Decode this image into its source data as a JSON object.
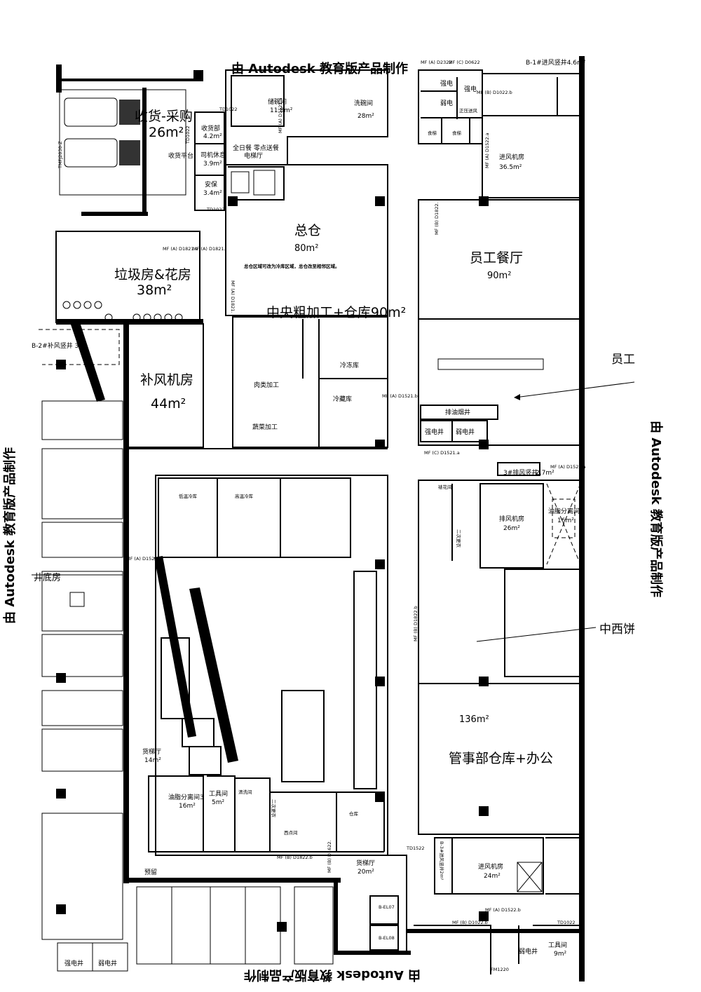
{
  "watermark": "由 Autodesk 教育版产品制作",
  "rooms": {
    "receiving": {
      "name": "收货-采购",
      "area": "26m²"
    },
    "receiving_dept": {
      "name": "收货部",
      "area": "4.2m²"
    },
    "receiving_platform": {
      "name": "收货平台"
    },
    "driver_rest": {
      "name": "司机休息",
      "area": "3.9m²"
    },
    "security": {
      "name": "安保",
      "area": "3.4m²"
    },
    "dish_storage": {
      "name": "储碗间",
      "area": "11.8m²"
    },
    "dishwashing": {
      "name": "洗碗间",
      "area": "28m²"
    },
    "elevator_lobby": {
      "name": "全日餐 零点送餐",
      "name2": "电梯厅"
    },
    "main_store": {
      "name": "总仓",
      "area": "80m²",
      "note": "总仓区域可改为冷库区域，总仓改至相邻区域。"
    },
    "garbage": {
      "name": "垃圾房&花房",
      "area": "38m²"
    },
    "central_prep": {
      "name": "中央粗加工+仓库90m²"
    },
    "freezer": {
      "name": "冷冻库"
    },
    "chiller": {
      "name": "冷藏库"
    },
    "meat_prep": {
      "name": "肉类加工"
    },
    "veg_prep": {
      "name": "蔬菜加工"
    },
    "makeup_air": {
      "name": "补风机房",
      "area": "44m²"
    },
    "makeup_shaft": {
      "name": "B-2#补风竖井 3."
    },
    "staff_canteen": {
      "name": "员工餐厅",
      "area": "90m²"
    },
    "fresh_air_1": {
      "name": "进风机房",
      "area": "36.5m²"
    },
    "fresh_air_shaft_1": {
      "name": "B-1#进风竖井4.6m²"
    },
    "strong_elec": {
      "name": "强电"
    },
    "weak_elec": {
      "name": "弱电"
    },
    "pressure_shaft": {
      "name": "正压送风"
    },
    "food_lift_1": {
      "name": "食梯"
    },
    "food_lift_2": {
      "name": "食梯"
    },
    "fume_shaft": {
      "name": "排油烟井"
    },
    "strong_shaft": {
      "name": "强电井"
    },
    "weak_shaft": {
      "name": "弱电井"
    },
    "exhaust_shaft": {
      "name": "3#排风竖井",
      "area": "2.7m²"
    },
    "exhaust_room": {
      "name": "排风机房",
      "area": "26m²"
    },
    "grease_2": {
      "name": "油脂分离间2",
      "area": "16m²"
    },
    "flower_room": {
      "name": "裱花间"
    },
    "secondary_change_1": {
      "name": "二次更衣"
    },
    "low_temp": {
      "name": "低温冷库"
    },
    "high_temp": {
      "name": "高温冷库"
    },
    "stewarding": {
      "name": "管事部仓库+办公",
      "area": "136m²"
    },
    "fresh_air_2": {
      "name": "进风机房",
      "area": "24m²"
    },
    "fresh_air_shaft_2": {
      "name": "B-3#进风竖井2m²"
    },
    "tool_room_1": {
      "name": "工具间",
      "area": "9m²"
    },
    "weak_shaft_2": {
      "name": "弱电井"
    },
    "freight_lobby_1": {
      "name": "货梯厅",
      "area": "14m²"
    },
    "grease_3": {
      "name": "油脂分离间3",
      "area": "16m²"
    },
    "tool_room_2": {
      "name": "工具间",
      "area": "5m²"
    },
    "cleaning": {
      "name": "清洗间"
    },
    "secondary_change_2": {
      "name": "二次更衣"
    },
    "pastry_room": {
      "name": "西点间"
    },
    "store_small": {
      "name": "仓库"
    },
    "reserved": {
      "name": "预留"
    },
    "freight_lobby_2": {
      "name": "货梯厅",
      "area": "20m²"
    },
    "strong_shaft_b": {
      "name": "强电井"
    },
    "weak_shaft_b": {
      "name": "弱电井"
    },
    "well_room": {
      "name": "井底房"
    }
  },
  "external_labels": {
    "staff": "员工",
    "western_pastry": "中西饼"
  },
  "door_codes": [
    "MF (A) D1821.a",
    "MF (A) D1821.",
    "MF (A) D1821.",
    "TD1022",
    "TD1022",
    "TD1022",
    "MF (A) D1521.a",
    "MF (A) D2322",
    "MF (C) D0622",
    "MF (B) D1022.b",
    "MF (A) D1522.a",
    "MF (B) D1822.",
    "MF (A) D1521.b",
    "MF (C) D1521.a",
    "MF (A) D1522.a",
    "MF (A) D1522.b",
    "MF (B) D1822.b",
    "MF (B) D1622.",
    "MF (B) D1822.b",
    "TD1522",
    "MF (A) D1522.b",
    "MF (B) D1022.b",
    "TD1022",
    "FM1220",
    "TMFJ2030-Z",
    "B-EL07",
    "B-EL08"
  ]
}
